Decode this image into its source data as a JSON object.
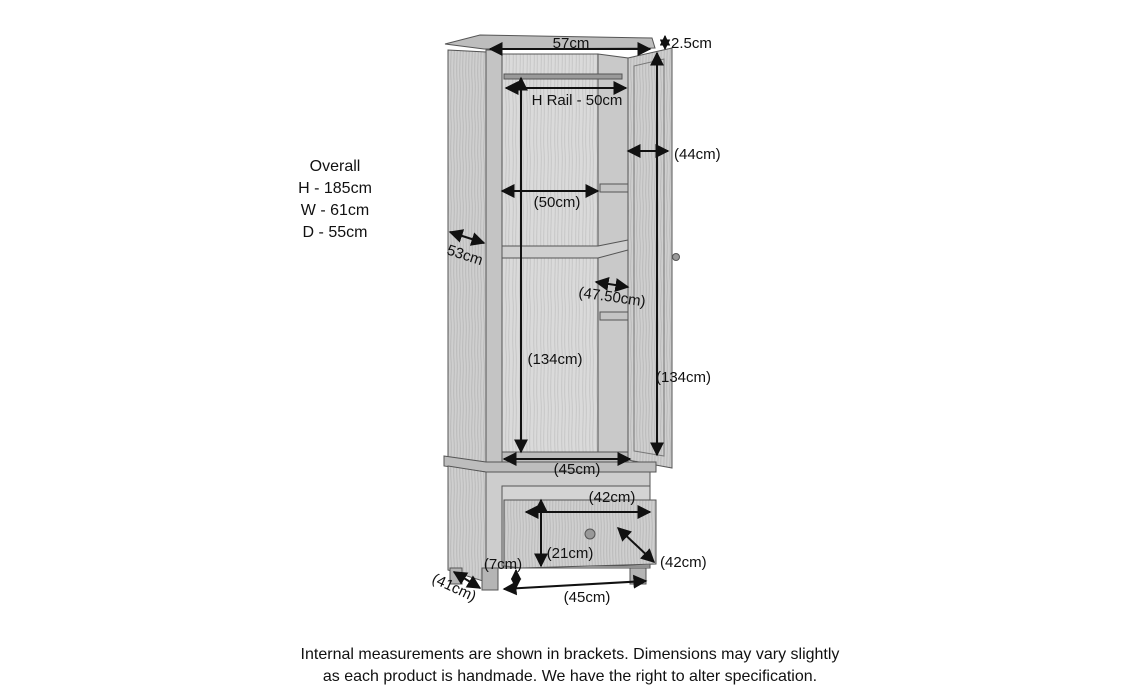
{
  "overall": {
    "heading": "Overall",
    "height": "H - 185cm",
    "width": "W - 61cm",
    "depth": "D - 55cm"
  },
  "labels": {
    "top_width": "57cm",
    "cornice": "2.5cm",
    "rail": "H Rail - 50cm",
    "door_width": "(44cm)",
    "shelf_width": "(50cm)",
    "side_depth": "53cm",
    "inner_depth": "(47.50cm)",
    "inner_height": "(134cm)",
    "door_height": "(134cm)",
    "inner_base_width": "(45cm)",
    "drawer_width": "(42cm)",
    "drawer_height": "(21cm)",
    "drawer_depth": "(42cm)",
    "plinth": "(7cm)",
    "base_depth": "(41cm)",
    "base_width": "(45cm)"
  },
  "footer": {
    "line1": "Internal measurements are shown in brackets. Dimensions may vary slightly",
    "line2": "as each product is handmade. We have the right to alter specification."
  },
  "colors": {
    "wood": "#c9c9c9",
    "wood_dark": "#a9a9a9",
    "interior": "#d8d8d8",
    "line": "#111111"
  }
}
